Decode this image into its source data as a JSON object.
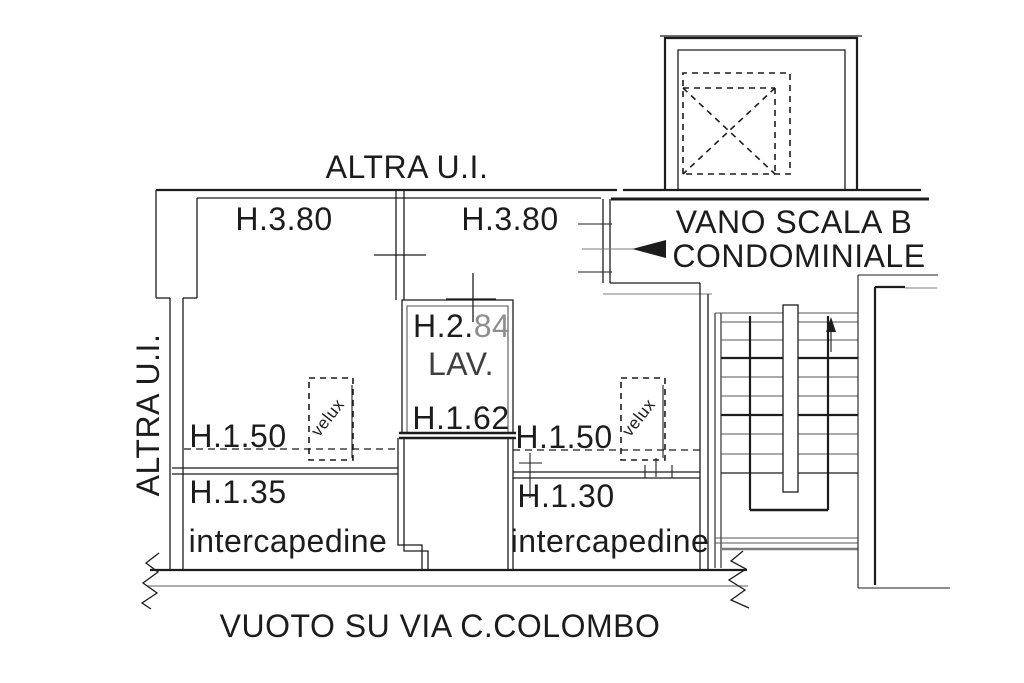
{
  "drawing": {
    "top_unit_label": "ALTRA U.I.",
    "left_unit_label": "ALTRA U.I.",
    "street_label": "VUOTO SU VIA C.COLOMBO",
    "stairwell": {
      "line1": "VANO SCALA B",
      "line2": "CONDOMINIALE"
    },
    "room_left": {
      "height": "H.3.80",
      "crawl_height": "H.1.50",
      "velux": "velux",
      "gap_height": "H.1.35",
      "gap_label": "intercapedine"
    },
    "room_right": {
      "height": "H.3.80",
      "crawl_height": "H.1.50",
      "velux": "velux",
      "gap_height": "H.1.30",
      "gap_label": "intercapedine"
    },
    "lav": {
      "height_prefix": "H.2.",
      "height_suffix": "84",
      "label": "LAV.",
      "lower_height": "H.1.62"
    }
  },
  "colors": {
    "background": "#ffffff",
    "ink": "#1c1c1c",
    "gray_line": "#7d7d7d",
    "muted_text": "#8e8e8e",
    "secondary_text": "#3f3f3f"
  }
}
